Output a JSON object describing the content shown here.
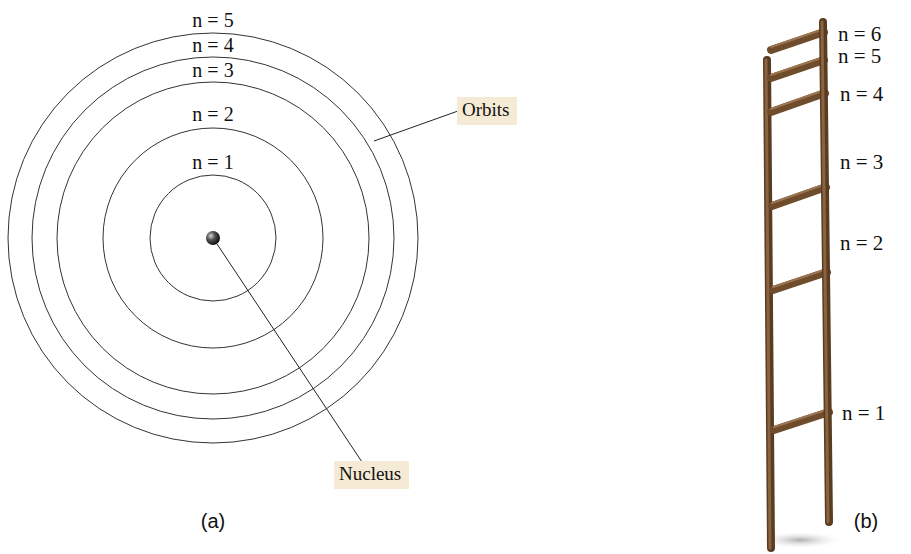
{
  "diagram": {
    "nodes": [
      {
        "text": [
          "Orbits"
        ]
      },
      {
        "text": [
          "Nucleus"
        ]
      }
    ],
    "edges": [],
    "labels": [
      "n = 5",
      "n = 4",
      "n = 3",
      "n = 2",
      "n = 1",
      "(a)",
      "n = 6",
      "n = 5",
      "n = 4",
      "n = 3",
      "n = 2",
      "n = 1",
      "(b)"
    ]
  }
}
